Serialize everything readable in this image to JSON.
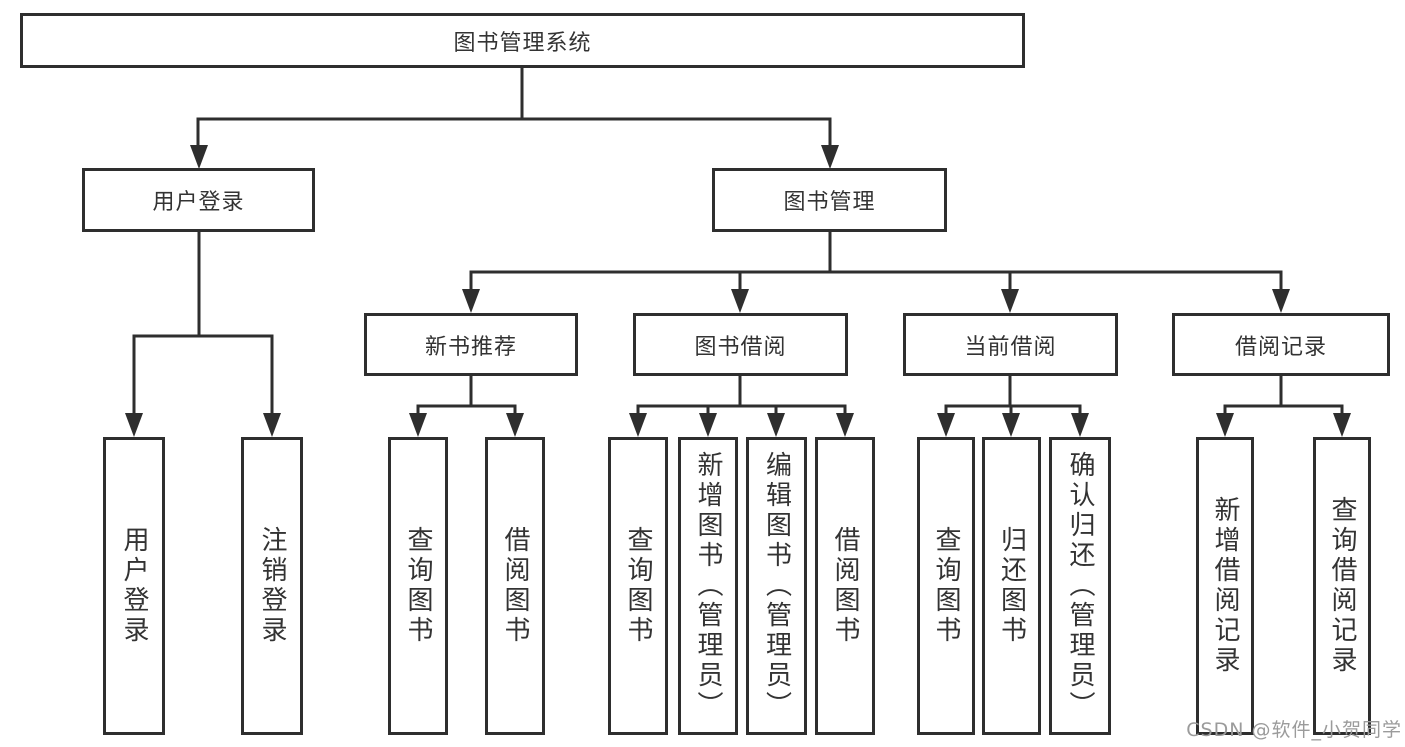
{
  "colors": {
    "line": "#2e2e2e",
    "box_background": "#ffffff",
    "text": "#333333",
    "watermark": "#9b9b9b"
  },
  "diagram": {
    "root": {
      "label": "图书管理系统"
    },
    "level2": [
      {
        "label": "用户登录"
      },
      {
        "label": "图书管理"
      }
    ],
    "level3": [
      {
        "label": "新书推荐"
      },
      {
        "label": "图书借阅"
      },
      {
        "label": "当前借阅"
      },
      {
        "label": "借阅记录"
      }
    ],
    "leaves": {
      "user_login": [
        "用户登录",
        "注销登录"
      ],
      "new_book_recommend": [
        "查询图书",
        "借阅图书"
      ],
      "book_borrow": [
        "查询图书",
        "新增图书（管理员）",
        "编辑图书（管理员）",
        "借阅图书"
      ],
      "current_borrow": [
        "查询图书",
        "归还图书",
        "确认归还（管理员）"
      ],
      "borrow_records": [
        "新增借阅记录",
        "查询借阅记录"
      ]
    }
  },
  "watermark": {
    "text": "CSDN @软件_小贺同学"
  }
}
